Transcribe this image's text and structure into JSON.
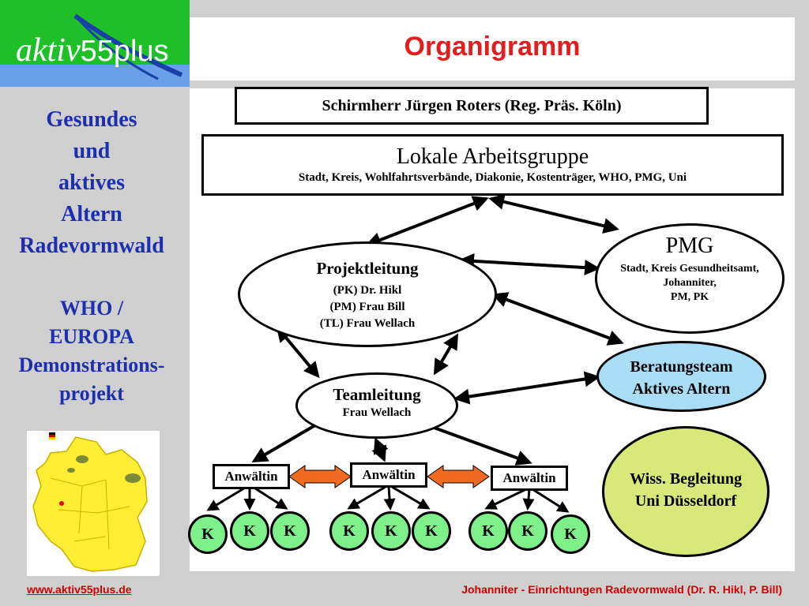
{
  "logo": {
    "text_main": "aktiv",
    "text_num": "55plus"
  },
  "title": "Organigramm",
  "sidebar": {
    "lines": [
      "Gesundes",
      "und",
      "aktives",
      "Altern",
      "Radevormwald"
    ],
    "who_lines": [
      "WHO /",
      "EUROPA",
      "Demonstrations-",
      "projekt"
    ]
  },
  "org": {
    "patron": "Schirmherr Jürgen Roters (Reg. Präs. Köln)",
    "local_group": {
      "title": "Lokale Arbeitsgruppe",
      "members": "Stadt, Kreis, Wohlfahrtsverbände, Diakonie, Kostenträger, WHO, PMG, Uni"
    },
    "pmg": {
      "title": "PMG",
      "line1": "Stadt, Kreis Gesundheitsamt,",
      "line2": "Johanniter,",
      "line3": "PM, PK"
    },
    "projektleitung": {
      "title": "Projektleitung",
      "line1": "(PK) Dr. Hikl",
      "line2": "(PM) Frau Bill",
      "line3": "(TL) Frau Wellach"
    },
    "beratungsteam": {
      "line1": "Beratungsteam",
      "line2": "Aktives Altern"
    },
    "teamleitung": {
      "title": "Teamleitung",
      "name": "Frau Wellach"
    },
    "wiss": {
      "line1": "Wiss. Begleitung",
      "line2": "Uni Düsseldorf"
    },
    "anwaeltin": [
      "Anwältin",
      "Anwältin",
      "Anwältin"
    ],
    "k_label": "K"
  },
  "colors": {
    "title": "#e31d1d",
    "sidebar_text": "#1b2fb0",
    "footer": "#d00000",
    "k_fill": "#7ef08a",
    "beratung_fill": "#a9dcf5",
    "wiss_fill": "#d8e97a",
    "link_arrow": "#f06a1f",
    "logo_green": "#1fbf2a",
    "map_yellow": "#ffee33"
  },
  "footer": {
    "left": "www.aktiv55plus.de",
    "right": "Johanniter - Einrichtungen Radevormwald (Dr. R. Hikl, P. Bill)"
  }
}
